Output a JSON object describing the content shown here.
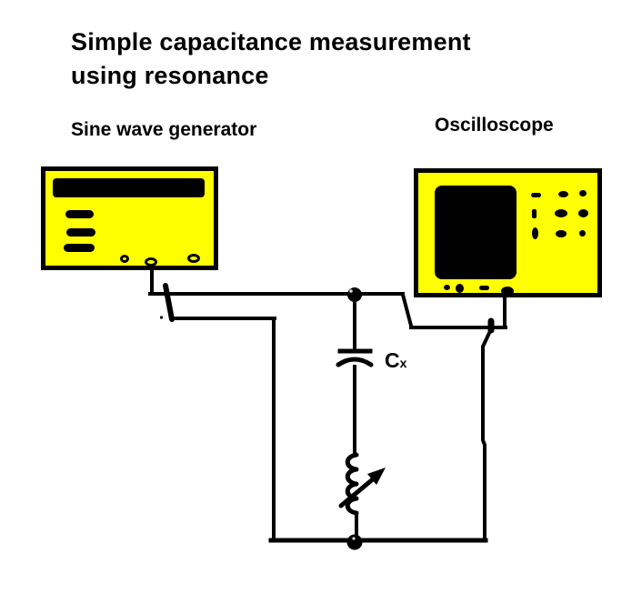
{
  "title": {
    "line1": "Simple capacitance measurement",
    "line2": "using resonance"
  },
  "generator": {
    "label": "Sine wave generator"
  },
  "oscilloscope": {
    "label": "Oscilloscope"
  },
  "capacitor": {
    "name": "C",
    "subscript": "x"
  },
  "colors": {
    "ink": "#000000",
    "device-fill": "#ffff00",
    "canvas": "#ffffff"
  }
}
